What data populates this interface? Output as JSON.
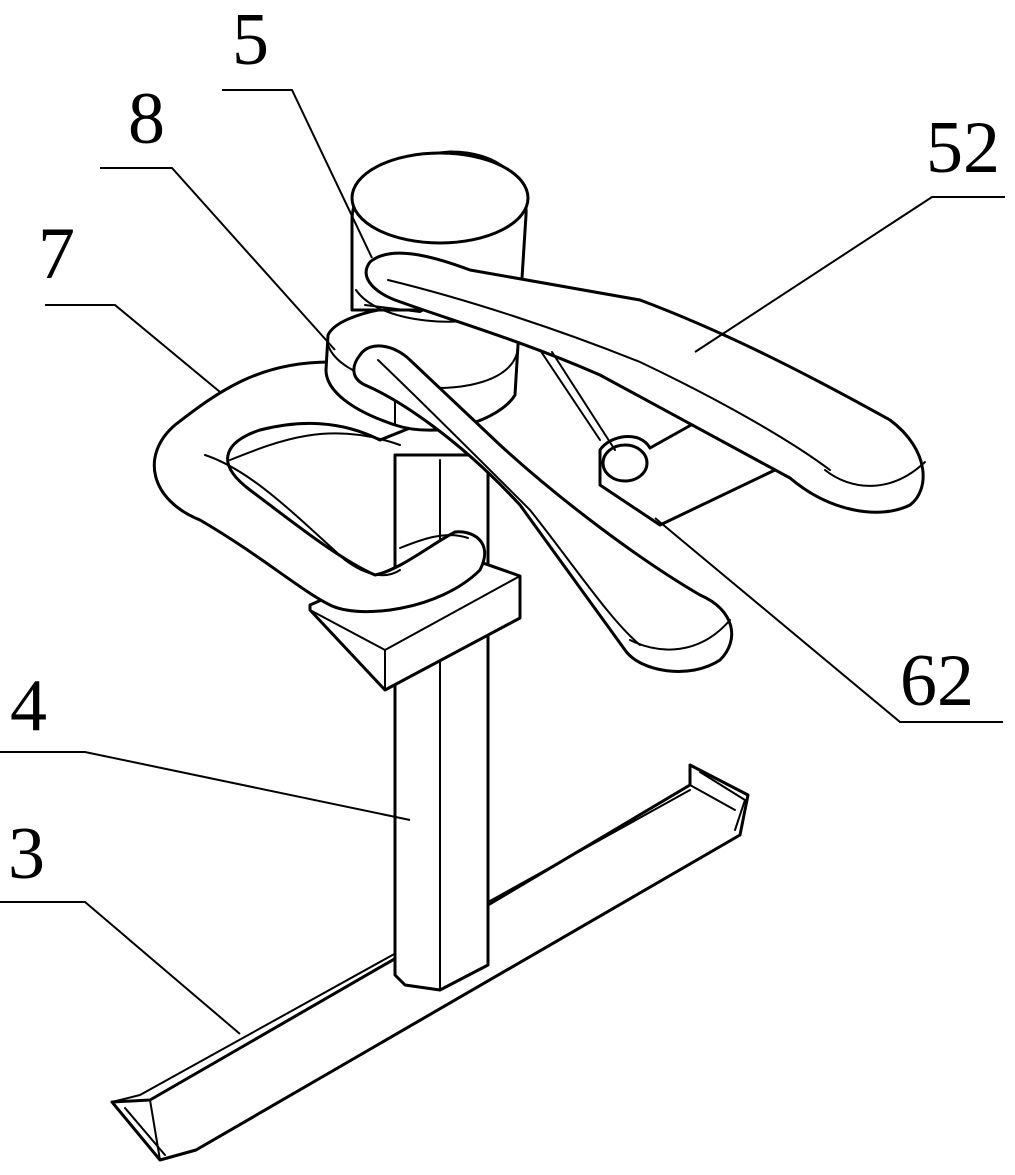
{
  "callouts": [
    {
      "id": "part-5",
      "label": "5"
    },
    {
      "id": "part-8",
      "label": "8"
    },
    {
      "id": "part-7",
      "label": "7"
    },
    {
      "id": "part-52",
      "label": "52"
    },
    {
      "id": "part-62",
      "label": "62"
    },
    {
      "id": "part-4",
      "label": "4"
    },
    {
      "id": "part-3",
      "label": "3"
    }
  ],
  "colors": {
    "stroke": "#000000",
    "background": "#ffffff"
  }
}
